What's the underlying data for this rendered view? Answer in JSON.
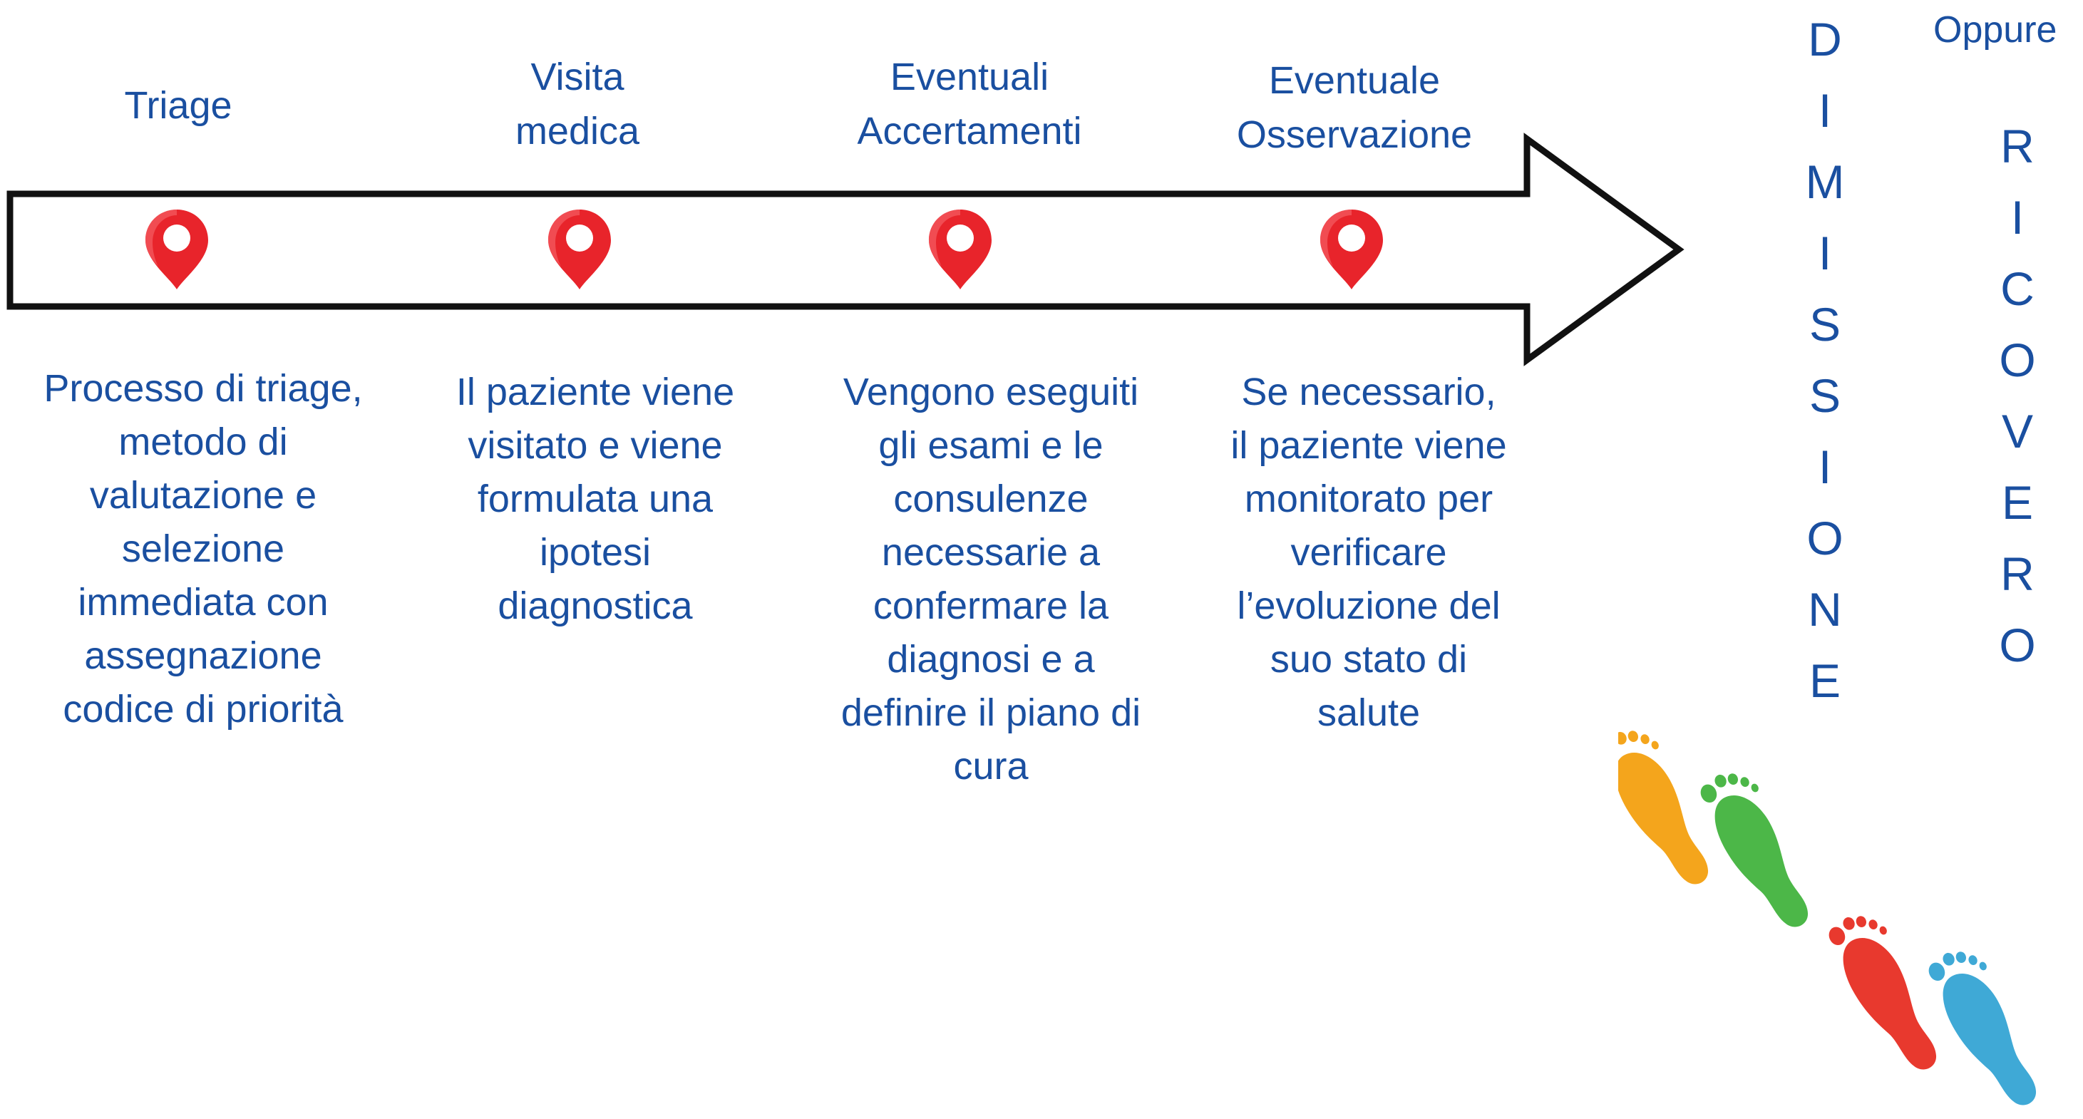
{
  "colors": {
    "text": "#1a4fa0",
    "pin": "#e8242b",
    "arrow_stroke": "#111111",
    "foot_orange": "#f4a51c",
    "foot_green": "#4cb748",
    "foot_red": "#e8392e",
    "foot_blue": "#3fa9d6"
  },
  "steps": [
    {
      "title": "Triage",
      "description": "Processo di triage,\nmetodo di\nvalutazione e\nselezione\nimmediata con\nassegnazione\ncodice di priorità",
      "icon": "location-pin-icon"
    },
    {
      "title": "Visita\nmedica",
      "description": "Il paziente viene\nvisitato e viene\nformulata una\nipotesi\ndiagnostica",
      "icon": "location-pin-icon"
    },
    {
      "title": "Eventuali\nAccertamenti",
      "description": "Vengono eseguiti\ngli esami e le\nconsulenze\nnecessarie a\nconfermare la\ndiagnosi e a\ndefinire il piano di\ncura",
      "icon": "location-pin-icon"
    },
    {
      "title": "Eventuale\nOsservazione",
      "description": "Se necessario,\nil paziente viene\nmonitorato per\nverificare\nl’evoluzione del\nsuo stato di\nsalute",
      "icon": "location-pin-icon"
    }
  ],
  "outcomes": {
    "dimissione": [
      "D",
      "I",
      "M",
      "I",
      "S",
      "S",
      "I",
      "O",
      "N",
      "E"
    ],
    "oppure": "Oppure",
    "ricovero": [
      "R",
      "I",
      "C",
      "O",
      "V",
      "E",
      "R",
      "O"
    ]
  },
  "decoration": {
    "icon": "footprints-icon"
  }
}
